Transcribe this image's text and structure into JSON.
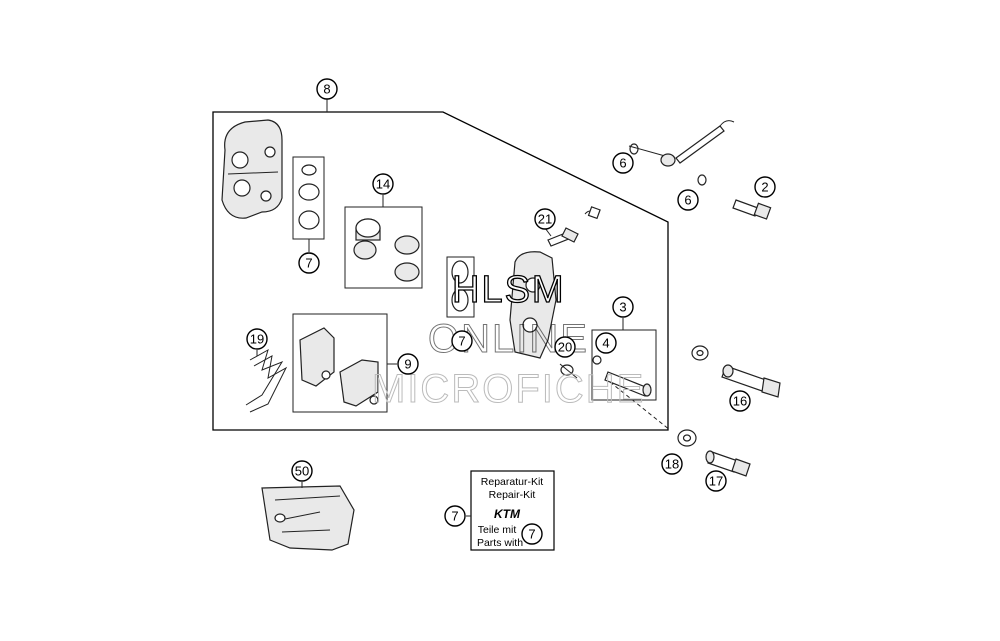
{
  "callouts": {
    "c8": "8",
    "c7a": "7",
    "c14": "14",
    "c21": "21",
    "c6a": "6",
    "c6b": "6",
    "c2": "2",
    "c3": "3",
    "c19": "19",
    "c9": "9",
    "c7b": "7",
    "c20": "20",
    "c4": "4",
    "c16": "16",
    "c18": "18",
    "c17": "17",
    "c50": "50",
    "c7c": "7",
    "c7d": "7"
  },
  "kit": {
    "line1": "Reparatur-Kit",
    "line2": "Repair-Kit",
    "logo": "KTM",
    "line3": "Teile mit",
    "line4": "Parts with"
  },
  "watermark": {
    "line1": "HLSM",
    "line2": "ONLINE",
    "line3": "MICROFICHE"
  },
  "icons": [
    "brake-caliper",
    "brake-pistons",
    "brake-pads",
    "pad-spring",
    "caliper-bracket",
    "guide-pin",
    "bleeder-screw",
    "washer",
    "brake-caliper-guard"
  ]
}
